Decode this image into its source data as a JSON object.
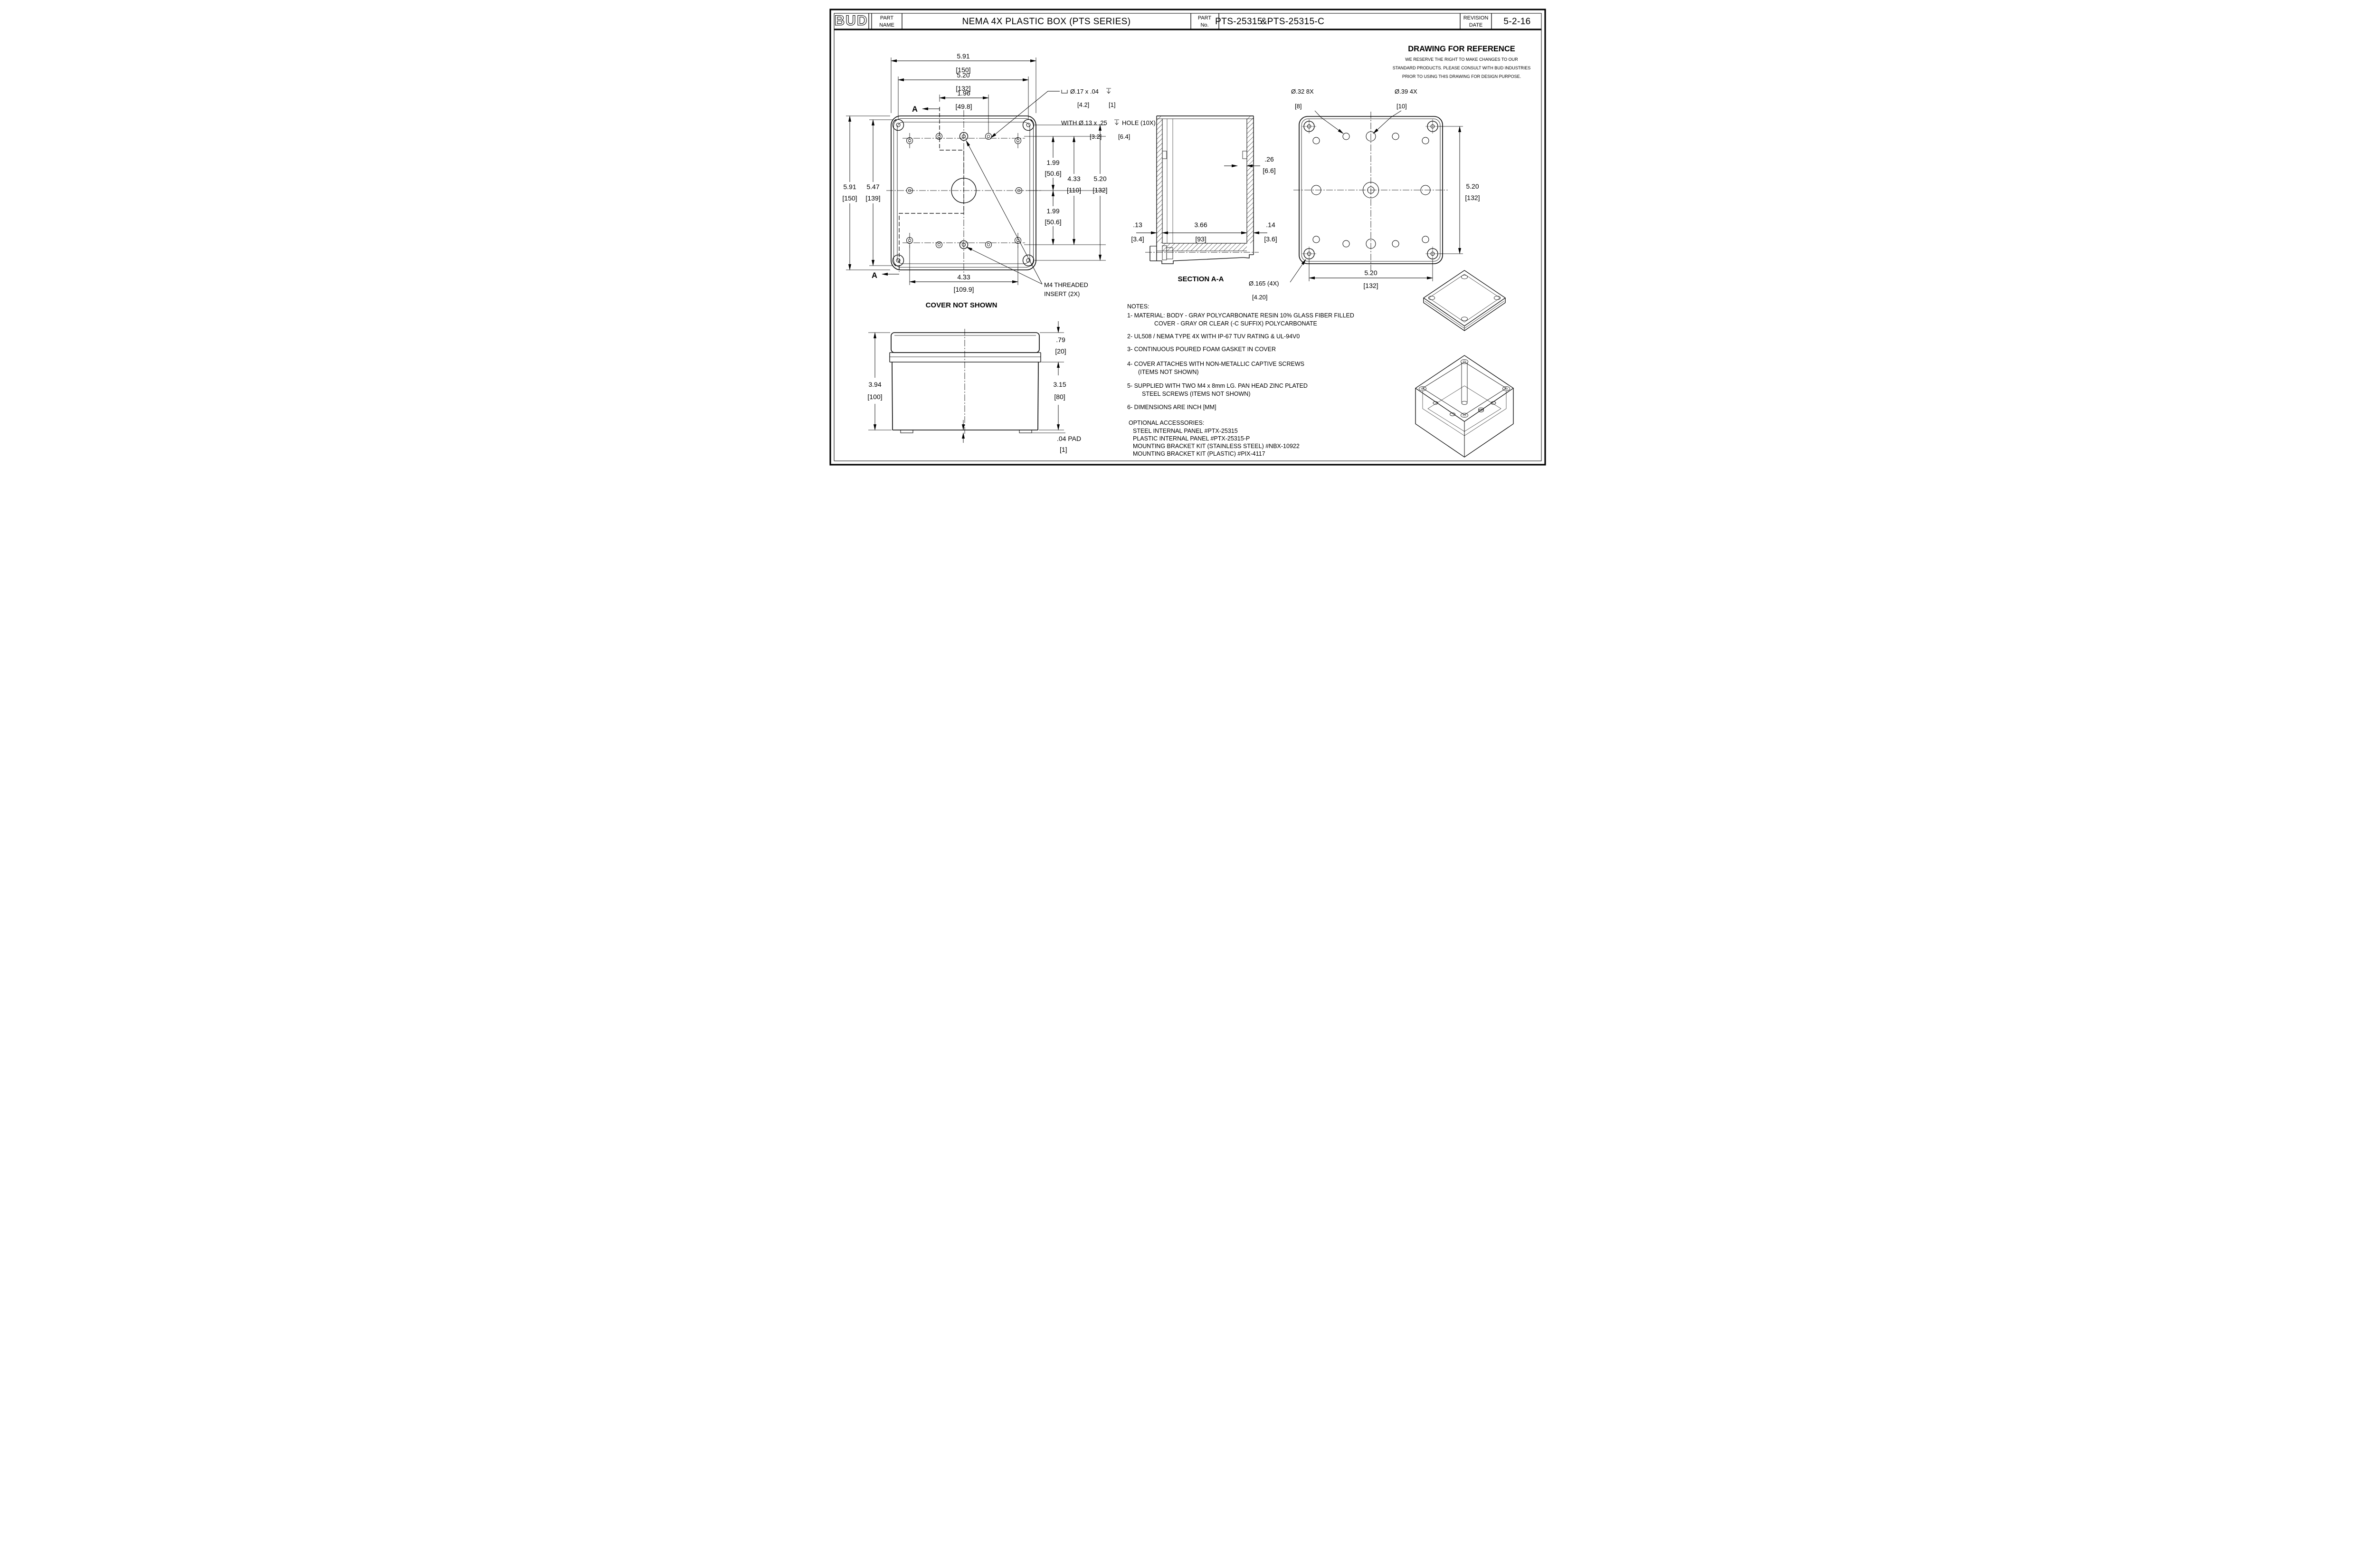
{
  "title_block": {
    "logo_text": "BUD",
    "part_name_label_1": "PART",
    "part_name_label_2": "NAME",
    "part_name_value": "NEMA 4X PLASTIC BOX  (PTS SERIES)",
    "part_no_label_1": "PART",
    "part_no_label_2": "No.",
    "part_no_1": "PTS-25315",
    "part_no_sep": "&",
    "part_no_2": "PTS-25315-C",
    "revision_label_1": "REVISION",
    "revision_label_2": "DATE",
    "revision_date": "5-2-16"
  },
  "reference_note": {
    "title": "DRAWING FOR REFERENCE",
    "line1": "WE RESERVE THE RIGHT TO MAKE CHANGES TO OUR",
    "line2": "STANDARD PRODUCTS. PLEASE CONSULT WITH BUD INDUSTRIES",
    "line3": "PRIOR TO USING THIS DRAWING FOR DESIGN PURPOSE."
  },
  "plan": {
    "caption": "COVER NOT SHOWN",
    "section_letter_top": "A",
    "section_letter_bottom": "A",
    "dim_width_in": "5.91",
    "dim_width_mm": "[150]",
    "dim_screw_span_in": "5.20",
    "dim_screw_span_mm": "[132]",
    "dim_insert_x_in": "1.96",
    "dim_insert_x_mm": "[49.8]",
    "dim_height_in": "5.91",
    "dim_height_mm": "[150]",
    "dim_flange_in": "5.47",
    "dim_flange_mm": "[139]",
    "dim_row_top_in": "1.99",
    "dim_row_top_mm": "[50.6]",
    "dim_row_bot_in": "1.99",
    "dim_row_bot_mm": "[50.6]",
    "dim_insert_span_in": "4.33",
    "dim_insert_span_mm": "[110]",
    "dim_screw_span_v_in": "5.20",
    "dim_screw_span_v_mm": "[132]",
    "dim_hole_span_in": "4.33",
    "dim_hole_span_mm": "[109.9]",
    "callout_d1": "Ø.17  x  .04",
    "callout_mm1a": "[4.2]",
    "callout_mm1b": "[1]",
    "callout_d2": "WITH  Ø.13  x  .25",
    "callout_d2b": "HOLE (10X)",
    "callout_mm2a": "[3.2]",
    "callout_mm2b": "[6.4]",
    "insert_note_1": "M4 THREADED",
    "insert_note_2": "INSERT (2X)"
  },
  "section": {
    "label": "SECTION A-A",
    "dim_wall_top_in": ".26",
    "dim_wall_top_mm": "[6.6]",
    "dim_wall_left_in": ".13",
    "dim_wall_left_mm": "[3.4]",
    "dim_inner_in": "3.66",
    "dim_inner_mm": "[93]",
    "dim_wall_right_in": ".14",
    "dim_wall_right_mm": "[3.6]"
  },
  "cover": {
    "callout_small_holes": "Ø.32 8X",
    "callout_small_holes_mm": "[8]",
    "callout_large_holes": "Ø.39 4X",
    "callout_large_holes_mm": "[10]",
    "callout_corner_holes": "Ø.165 (4X)",
    "callout_corner_holes_mm": "[4.20]",
    "dim_height_in": "5.20",
    "dim_height_mm": "[132]",
    "dim_width_in": "5.20",
    "dim_width_mm": "[132]"
  },
  "side": {
    "dim_height_in": "3.94",
    "dim_height_mm": "[100]",
    "dim_cover_in": ".79",
    "dim_cover_mm": "[20]",
    "dim_body_in": "3.15",
    "dim_body_mm": "[80]",
    "dim_pad_in": ".04 PAD",
    "dim_pad_mm": "[1]"
  },
  "notes": {
    "heading": "NOTES:",
    "n1a": "1- MATERIAL:  BODY - GRAY POLYCARBONATE RESIN 10% GLASS FIBER FILLED",
    "n1b": "COVER - GRAY OR CLEAR (-C SUFFIX) POLYCARBONATE",
    "n2": "2- UL508 / NEMA TYPE 4X WITH IP-67 TUV RATING & UL-94V0",
    "n3": "3- CONTINUOUS POURED FOAM GASKET IN COVER",
    "n4a": "4- COVER ATTACHES WITH NON-METALLIC CAPTIVE SCREWS",
    "n4b": "(ITEMS NOT SHOWN)",
    "n5a": "5- SUPPLIED WITH TWO M4 x 8mm LG. PAN HEAD ZINC PLATED",
    "n5b": "STEEL SCREWS (ITEMS NOT SHOWN)",
    "n6": "6- DIMENSIONS ARE INCH [MM]"
  },
  "accessories": {
    "heading": "OPTIONAL ACCESSORIES:",
    "a1": "STEEL INTERNAL PANEL #PTX-25315",
    "a2": "PLASTIC INTERNAL PANEL #PTX-25315-P",
    "a3": "MOUNTING BRACKET KIT (STAINLESS STEEL) #NBX-10922",
    "a4": "MOUNTING BRACKET KIT (PLASTIC) #PIX-4117"
  }
}
